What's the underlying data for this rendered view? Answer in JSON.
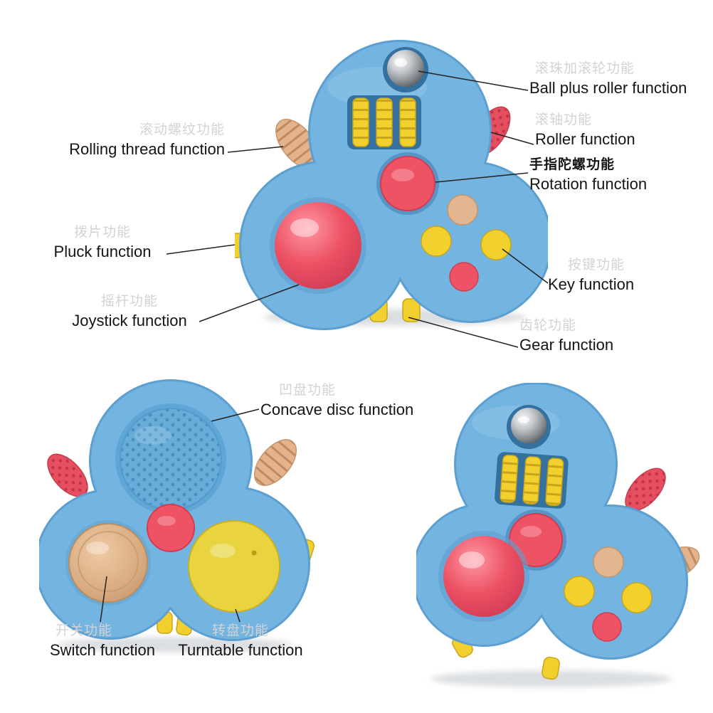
{
  "labels": {
    "ball_plus_roller": {
      "zh": "滚珠加滚轮功能",
      "en": "Ball plus roller function"
    },
    "roller": {
      "zh": "滚轴功能",
      "en": "Roller function"
    },
    "rotation": {
      "zh": "手指陀螺功能",
      "en": "Rotation function"
    },
    "key": {
      "zh": "按键功能",
      "en": "Key function"
    },
    "gear": {
      "zh": "齿轮功能",
      "en": "Gear function"
    },
    "rolling_thread": {
      "zh": "滚动螺纹功能",
      "en": "Rolling thread function"
    },
    "pluck": {
      "zh": "拨片功能",
      "en": "Pluck function"
    },
    "joystick": {
      "zh": "摇杆功能",
      "en": "Joystick function"
    },
    "concave_disc": {
      "zh": "凹盘功能",
      "en": "Concave disc function"
    },
    "switch": {
      "zh": "开关功能",
      "en": "Switch function"
    },
    "turntable": {
      "zh": "转盘功能",
      "en": "Turntable function"
    }
  },
  "colors": {
    "background": "#ffffff",
    "body_blue": "#73b4e0",
    "body_blue_dark": "#5d9fd0",
    "recess_blue": "#35719f",
    "accent_red": "#ee5365",
    "accent_yellow": "#f2d02e",
    "accent_tan": "#e3b38b",
    "metal_gray": "#8b9095",
    "label_text": "#141414",
    "label_watermark": "#d3d3d3"
  }
}
